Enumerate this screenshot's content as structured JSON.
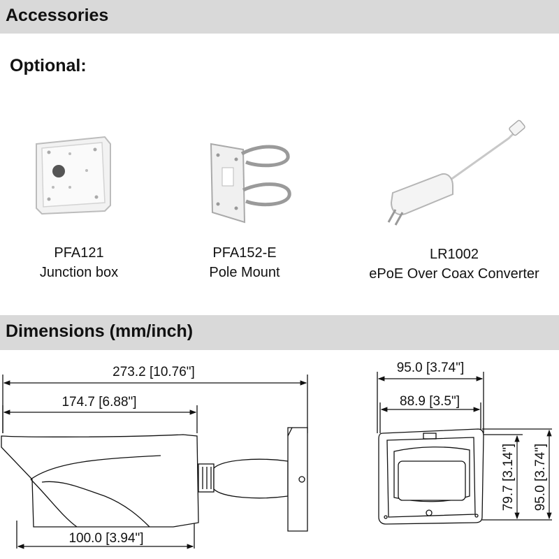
{
  "accessories": {
    "title": "Accessories",
    "optional_label": "Optional:",
    "items": [
      {
        "model": "PFA121",
        "desc": "Junction box",
        "icon": "junction-box-icon"
      },
      {
        "model": "PFA152-E",
        "desc": "Pole Mount",
        "icon": "pole-mount-icon"
      },
      {
        "model": "LR1002",
        "desc": "ePoE Over Coax Converter",
        "icon": "coax-converter-icon"
      }
    ]
  },
  "dimensions": {
    "title": "Dimensions (mm/inch)",
    "side": {
      "overall_length": "273.2 [10.76\"]",
      "body_length": "174.7 [6.88\"]",
      "visor_length": "100.0 [3.94\"]"
    },
    "front": {
      "outer_width": "95.0 [3.74\"]",
      "inner_width": "88.9 [3.5\"]",
      "inner_height": "79.7 [3.14\"]",
      "outer_height": "95.0 [3.74\"]"
    }
  },
  "colors": {
    "bar_bg": "#d9d9d9",
    "text": "#111111"
  }
}
